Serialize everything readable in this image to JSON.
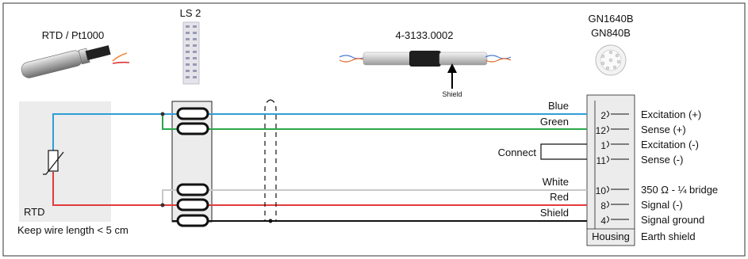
{
  "components": {
    "sensor_label": "RTD / Pt1000",
    "terminal_label": "LS 2",
    "cable_label": "4-3133.0002",
    "shield_arrow_label": "Shield",
    "amplifier_label_1": "GN1640B",
    "amplifier_label_2": "GN840B",
    "rtd_label": "RTD",
    "wire_note": "Keep wire length < 5 cm"
  },
  "wires": [
    {
      "name": "Blue",
      "color": "#2f9fd8"
    },
    {
      "name": "Green",
      "color": "#2aa84a"
    },
    {
      "name": "White",
      "color": "#c8c8c8"
    },
    {
      "name": "Red",
      "color": "#e23b3b"
    },
    {
      "name": "Shield",
      "color": "#111111"
    }
  ],
  "connect_label": "Connect",
  "pins": [
    {
      "number": "2",
      "signal": "Excitation (+)"
    },
    {
      "number": "12",
      "signal": "Sense (+)"
    },
    {
      "number": "1",
      "signal": "Excitation (-)"
    },
    {
      "number": "11",
      "signal": "Sense (-)"
    },
    {
      "number": "10",
      "signal": "350 Ω - ¼ bridge"
    },
    {
      "number": "8",
      "signal": "Signal (-)"
    },
    {
      "number": "4",
      "signal": "Signal ground"
    }
  ],
  "housing": {
    "label": "Housing",
    "signal": "Earth shield"
  }
}
